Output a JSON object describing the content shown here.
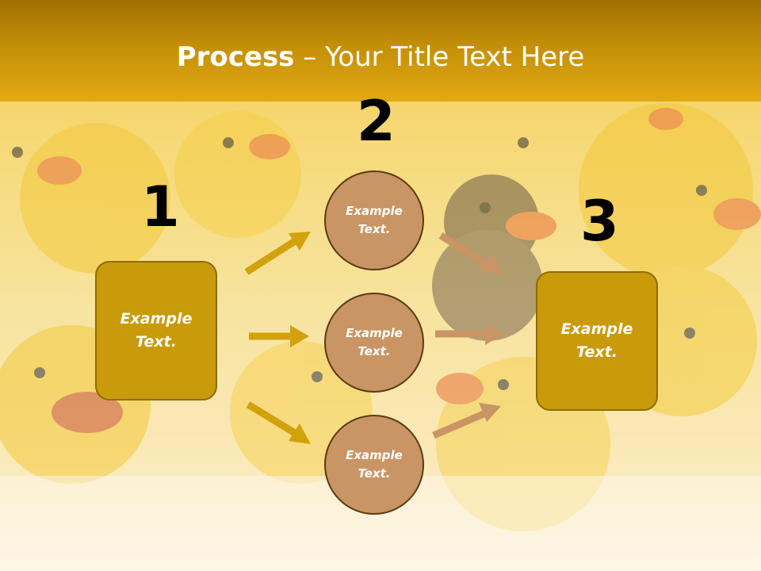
{
  "slide": {
    "title_bold": "Process",
    "title_rest": " – Your Title Text Here"
  },
  "numbers": {
    "n1": "1",
    "n2": "2",
    "n3": "3"
  },
  "boxes": {
    "left": "Example\nText.",
    "right": "Example\nText."
  },
  "circles": {
    "top": "Example\nText.",
    "middle": "Example\nText.",
    "bottom": "Example\nText."
  },
  "colors": {
    "header": "#c48f08",
    "box_fill": "#c99a0a",
    "circle_fill": "#c99564",
    "arrow_gold": "#d2a10c",
    "arrow_tan": "#c99564"
  },
  "background_image": "rubber-duck-photo"
}
